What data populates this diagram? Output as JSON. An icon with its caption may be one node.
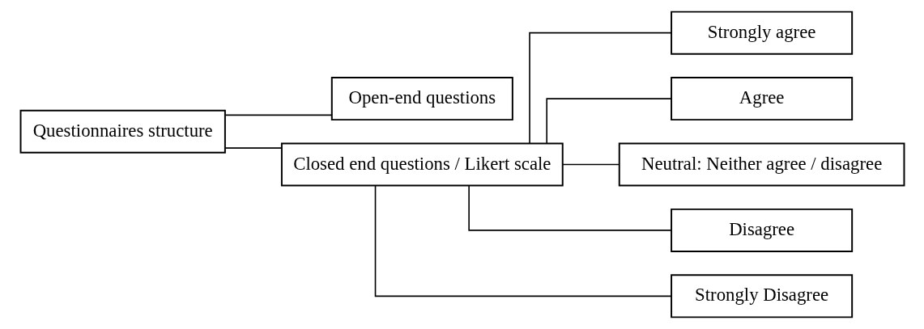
{
  "diagram": {
    "nodes": [
      {
        "text": [
          "Questionnaires structure"
        ]
      },
      {
        "text": [
          "Open-end questions"
        ]
      },
      {
        "text": [
          "Closed end questions / Likert scale"
        ]
      },
      {
        "text": [
          "Strongly agree"
        ]
      },
      {
        "text": [
          "Agree"
        ]
      },
      {
        "text": [
          "Neutral: Neither agree / disagree"
        ]
      },
      {
        "text": [
          "Disagree"
        ]
      },
      {
        "text": [
          "Strongly Disagree"
        ]
      }
    ],
    "edges": [
      {
        "from": 0,
        "to": 1,
        "arrow": "none"
      },
      {
        "from": 0,
        "to": 2,
        "arrow": "none"
      },
      {
        "from": 2,
        "to": 3,
        "arrow": "none"
      },
      {
        "from": 2,
        "to": 4,
        "arrow": "none"
      },
      {
        "from": 2,
        "to": 5,
        "arrow": "none"
      },
      {
        "from": 2,
        "to": 6,
        "arrow": "none"
      },
      {
        "from": 2,
        "to": 7,
        "arrow": "none"
      }
    ]
  }
}
